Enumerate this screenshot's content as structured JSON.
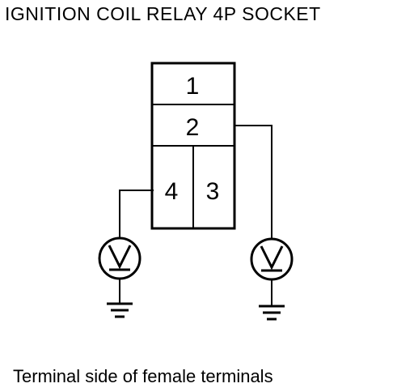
{
  "title": "IGNITION COIL RELAY 4P SOCKET",
  "caption": "Terminal side of female terminals",
  "terminals": {
    "t1": "1",
    "t2": "2",
    "t3": "3",
    "t4": "4"
  },
  "icons": {
    "voltmeter": "voltmeter-icon",
    "ground": "ground-icon"
  },
  "colors": {
    "line": "#000000",
    "background": "#ffffff"
  }
}
